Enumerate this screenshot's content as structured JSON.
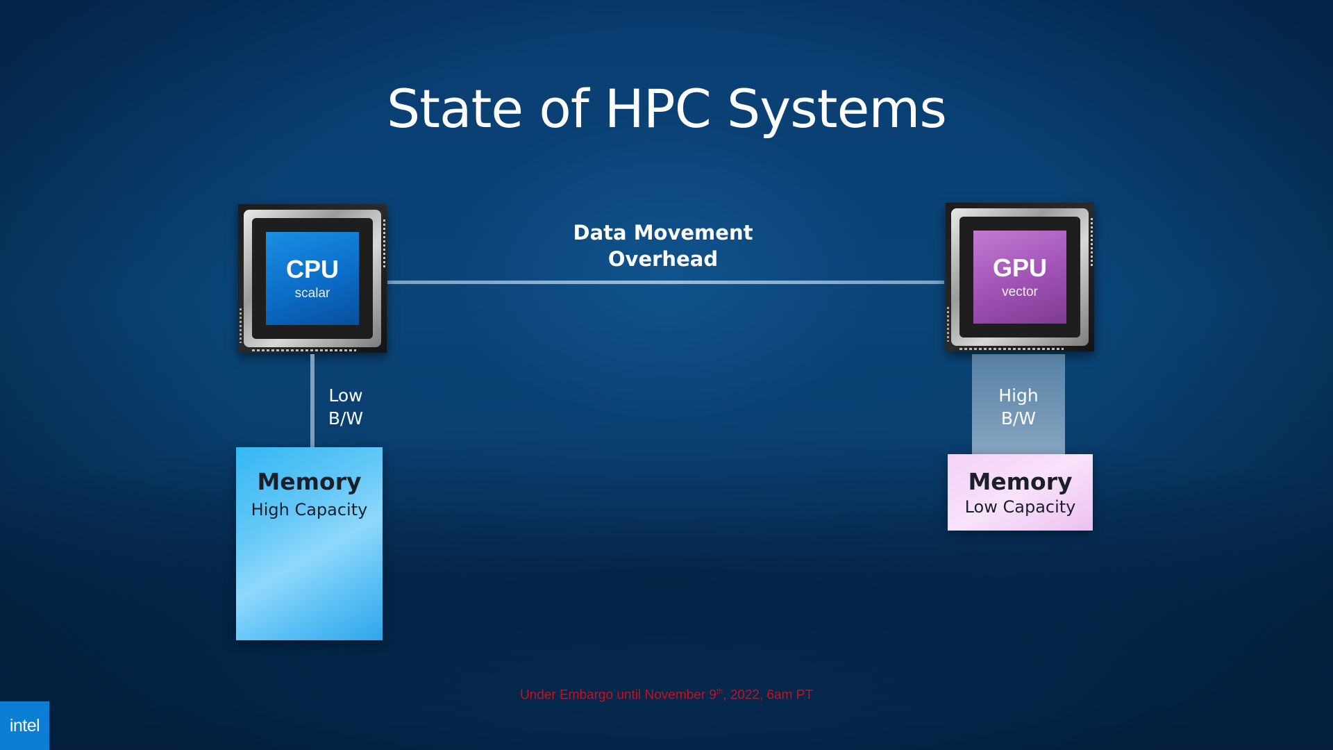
{
  "title": "State of HPC Systems",
  "connection": {
    "label_line1": "Data Movement",
    "label_line2": "Overhead"
  },
  "cpu": {
    "name": "CPU",
    "type": "scalar",
    "bandwidth_line1": "Low",
    "bandwidth_line2": "B/W",
    "memory_title": "Memory",
    "memory_capacity": "High Capacity"
  },
  "gpu": {
    "name": "GPU",
    "type": "vector",
    "bandwidth_line1": "High",
    "bandwidth_line2": "B/W",
    "memory_title": "Memory",
    "memory_capacity": "Low Capacity"
  },
  "footer": {
    "embargo_prefix": "Under Embargo until November 9",
    "embargo_sup": "th",
    "embargo_suffix": ", 2022, 6am PT"
  },
  "logo": {
    "text": "intel"
  },
  "colors": {
    "cpu_die": "#0b6dc8",
    "gpu_die": "#9f52b3",
    "cpu_memory": "#5fc2f5",
    "gpu_memory": "#f3d1f6",
    "embargo_text": "#c8101e",
    "logo_bg": "#0a7fd4"
  }
}
